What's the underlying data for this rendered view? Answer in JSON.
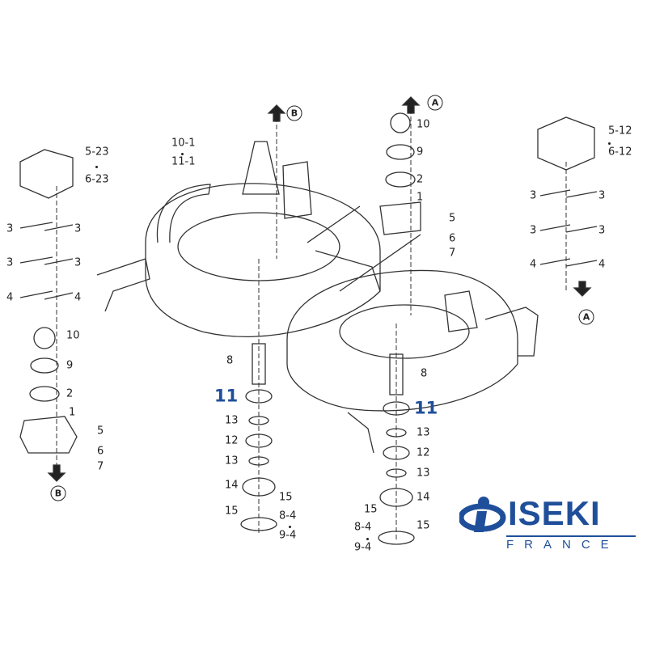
{
  "diagram": {
    "labels": [
      "5-23",
      "6-23",
      "3",
      "3",
      "3",
      "3",
      "4",
      "4",
      "10",
      "9",
      "2",
      "1",
      "5",
      "6",
      "7",
      "B",
      "B",
      "10-1",
      "11-1",
      "8",
      "11",
      "13",
      "12",
      "13",
      "14",
      "15",
      "15",
      "8-4",
      "9-4",
      "A",
      "10",
      "9",
      "2",
      "1",
      "5",
      "6",
      "7",
      "8",
      "11",
      "13",
      "12",
      "13",
      "14",
      "15",
      "15",
      "8-4",
      "9-4",
      "5-12",
      "6-12",
      "3",
      "3",
      "3",
      "3",
      "4",
      "4",
      "A"
    ],
    "highlight_color": "#1f4f9a",
    "highlighted_part": "11"
  },
  "logo": {
    "name": "ISEKI",
    "subtitle": "FRANCE",
    "color": "#1f4f9a"
  }
}
